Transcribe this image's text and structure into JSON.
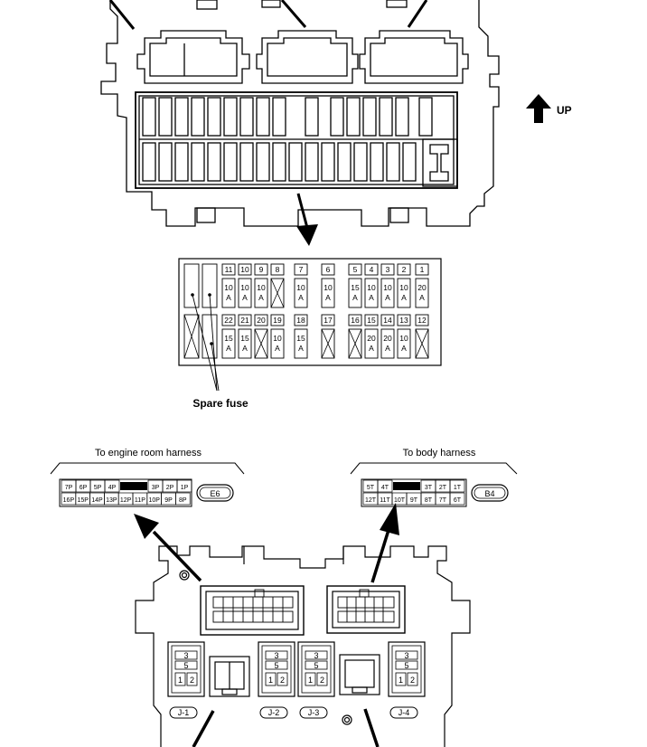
{
  "direction_label": "UP",
  "spare_fuse_label": "Spare fuse",
  "engine_room_harness_label": "To engine room harness",
  "body_harness_label": "To body harness",
  "fuse_table": {
    "top_row": [
      {
        "num": "11",
        "rating": [
          "10",
          "A"
        ]
      },
      {
        "num": "10",
        "rating": [
          "10",
          "A"
        ]
      },
      {
        "num": "9",
        "rating": [
          "10",
          "A"
        ]
      },
      {
        "num": "8",
        "rating": null
      },
      {
        "num": "7",
        "rating": [
          "10",
          "A"
        ]
      },
      {
        "num": "6",
        "rating": [
          "10",
          "A"
        ]
      },
      {
        "num": "5",
        "rating": [
          "15",
          "A"
        ]
      },
      {
        "num": "4",
        "rating": [
          "10",
          "A"
        ]
      },
      {
        "num": "3",
        "rating": [
          "10",
          "A"
        ]
      },
      {
        "num": "2",
        "rating": [
          "10",
          "A"
        ]
      },
      {
        "num": "1",
        "rating": [
          "20",
          "A"
        ]
      }
    ],
    "bottom_row": [
      {
        "num": "22",
        "rating": [
          "15",
          "A"
        ]
      },
      {
        "num": "21",
        "rating": [
          "15",
          "A"
        ]
      },
      {
        "num": "20",
        "rating": null
      },
      {
        "num": "19",
        "rating": [
          "10",
          "A"
        ]
      },
      {
        "num": "18",
        "rating": [
          "15",
          "A"
        ]
      },
      {
        "num": "17",
        "rating": null
      },
      {
        "num": "16",
        "rating": null
      },
      {
        "num": "15",
        "rating": [
          "20",
          "A"
        ]
      },
      {
        "num": "14",
        "rating": [
          "20",
          "A"
        ]
      },
      {
        "num": "13",
        "rating": [
          "10",
          "A"
        ]
      },
      {
        "num": "12",
        "rating": null
      }
    ]
  },
  "connector_e6": {
    "id": "E6",
    "row1": [
      "7P",
      "6P",
      "5P",
      "4P",
      "",
      "3P",
      "2P",
      "1P"
    ],
    "row2": [
      "16P",
      "15P",
      "14P",
      "13P",
      "12P",
      "11P",
      "10P",
      "9P",
      "8P"
    ]
  },
  "connector_b4": {
    "id": "B4",
    "row1": [
      "5T",
      "4T",
      "",
      "3T",
      "2T",
      "1T"
    ],
    "row2": [
      "12T",
      "11T",
      "10T",
      "9T",
      "8T",
      "7T",
      "6T"
    ]
  },
  "junction_blocks": [
    {
      "label": "J-1",
      "pins": [
        "3",
        "5",
        "1",
        "2"
      ]
    },
    {
      "label": "J-2",
      "pins": [
        "3",
        "5",
        "1",
        "2"
      ]
    },
    {
      "label": "J-3",
      "pins": [
        "3",
        "5",
        "1",
        "2"
      ]
    },
    {
      "label": "J-4",
      "pins": [
        "3",
        "5",
        "1",
        "2"
      ]
    }
  ]
}
